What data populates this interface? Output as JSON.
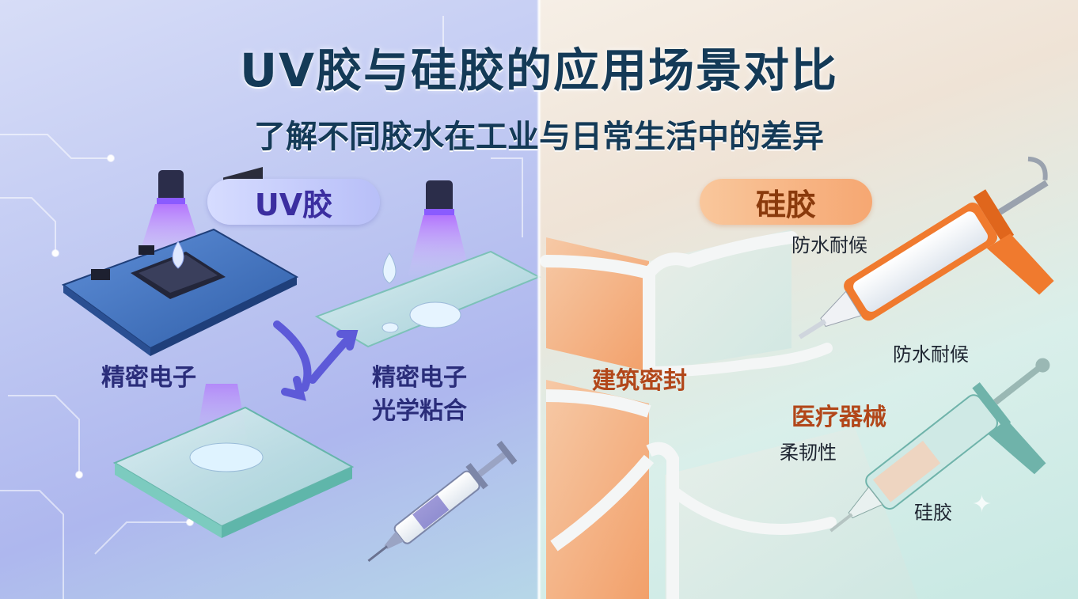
{
  "title": "UV胶与硅胶的应用场景对比",
  "subtitle": "了解不同胶水在工业与日常生活中的差异",
  "uv_panel": {
    "badge": "UV胶",
    "label_electronics": "精密电子",
    "label_electronics_2": "精密电子",
    "label_optical": "光学粘合"
  },
  "silicone_panel": {
    "badge": "硅胶",
    "label_weather_1": "防水耐候",
    "label_weather_2": "防水耐候",
    "label_building": "建筑密封",
    "label_medical": "医疗器械",
    "label_flexible": "柔韧性",
    "label_silicone": "硅胶"
  },
  "colors": {
    "uv_accent": "#6b4fe0",
    "silicone_accent": "#f07a2e",
    "title_color": "#143a57"
  },
  "icons": [
    "uv-lamp-icon",
    "pcb-icon",
    "glass-slide-icon",
    "syringe-icon",
    "caulk-gun-icon",
    "silicone-syringe-icon",
    "sparkle-icon"
  ]
}
